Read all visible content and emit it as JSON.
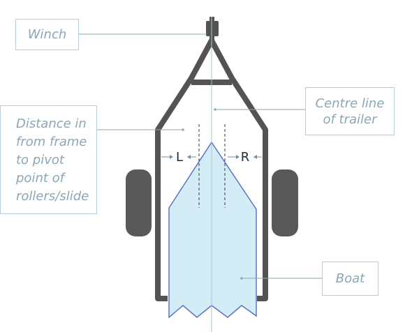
{
  "labels": {
    "winch": "Winch",
    "centre_line": [
      "Centre line",
      "of trailer"
    ],
    "distance": [
      "Distance in",
      "from frame",
      "to pivot",
      "point of",
      "rollers/slide"
    ],
    "boat": "Boat",
    "left_side": "L",
    "right_side": "R"
  },
  "colors": {
    "frame": "#535353",
    "tyre": "#595959",
    "boat_fill": "#d3ecf6",
    "boat_outline": "#5b74c9",
    "centre_line": "#a9c4d1",
    "leader_line": "#8ca9b6",
    "callout_border": "#b7ccd6",
    "callout_text": "#8ba7b4",
    "side_label": "#1f2a3a"
  }
}
